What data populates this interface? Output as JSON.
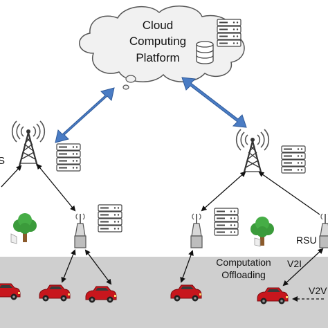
{
  "cloud": {
    "line1": "Cloud",
    "line2": "Computing",
    "line3": "Platform"
  },
  "edge_label_left": "S",
  "labels": {
    "rsu": "RSU",
    "computation_line1": "Computation",
    "computation_line2": "Offloading",
    "v2i": "V2I",
    "v2v": "V2V"
  },
  "colors": {
    "road": "#cfcfcf",
    "cloud_fill": "#f1f1f1",
    "arrow_blue": "#4a7cc4",
    "car_red": "#c8161d",
    "tree_green": "#3b9b3b",
    "trunk": "#8b5a2b"
  },
  "icons": [
    "cloud-icon",
    "database-icon",
    "server-rack-icon",
    "cell-tower-icon",
    "rsu-unit-icon",
    "tree-icon",
    "car-icon"
  ]
}
